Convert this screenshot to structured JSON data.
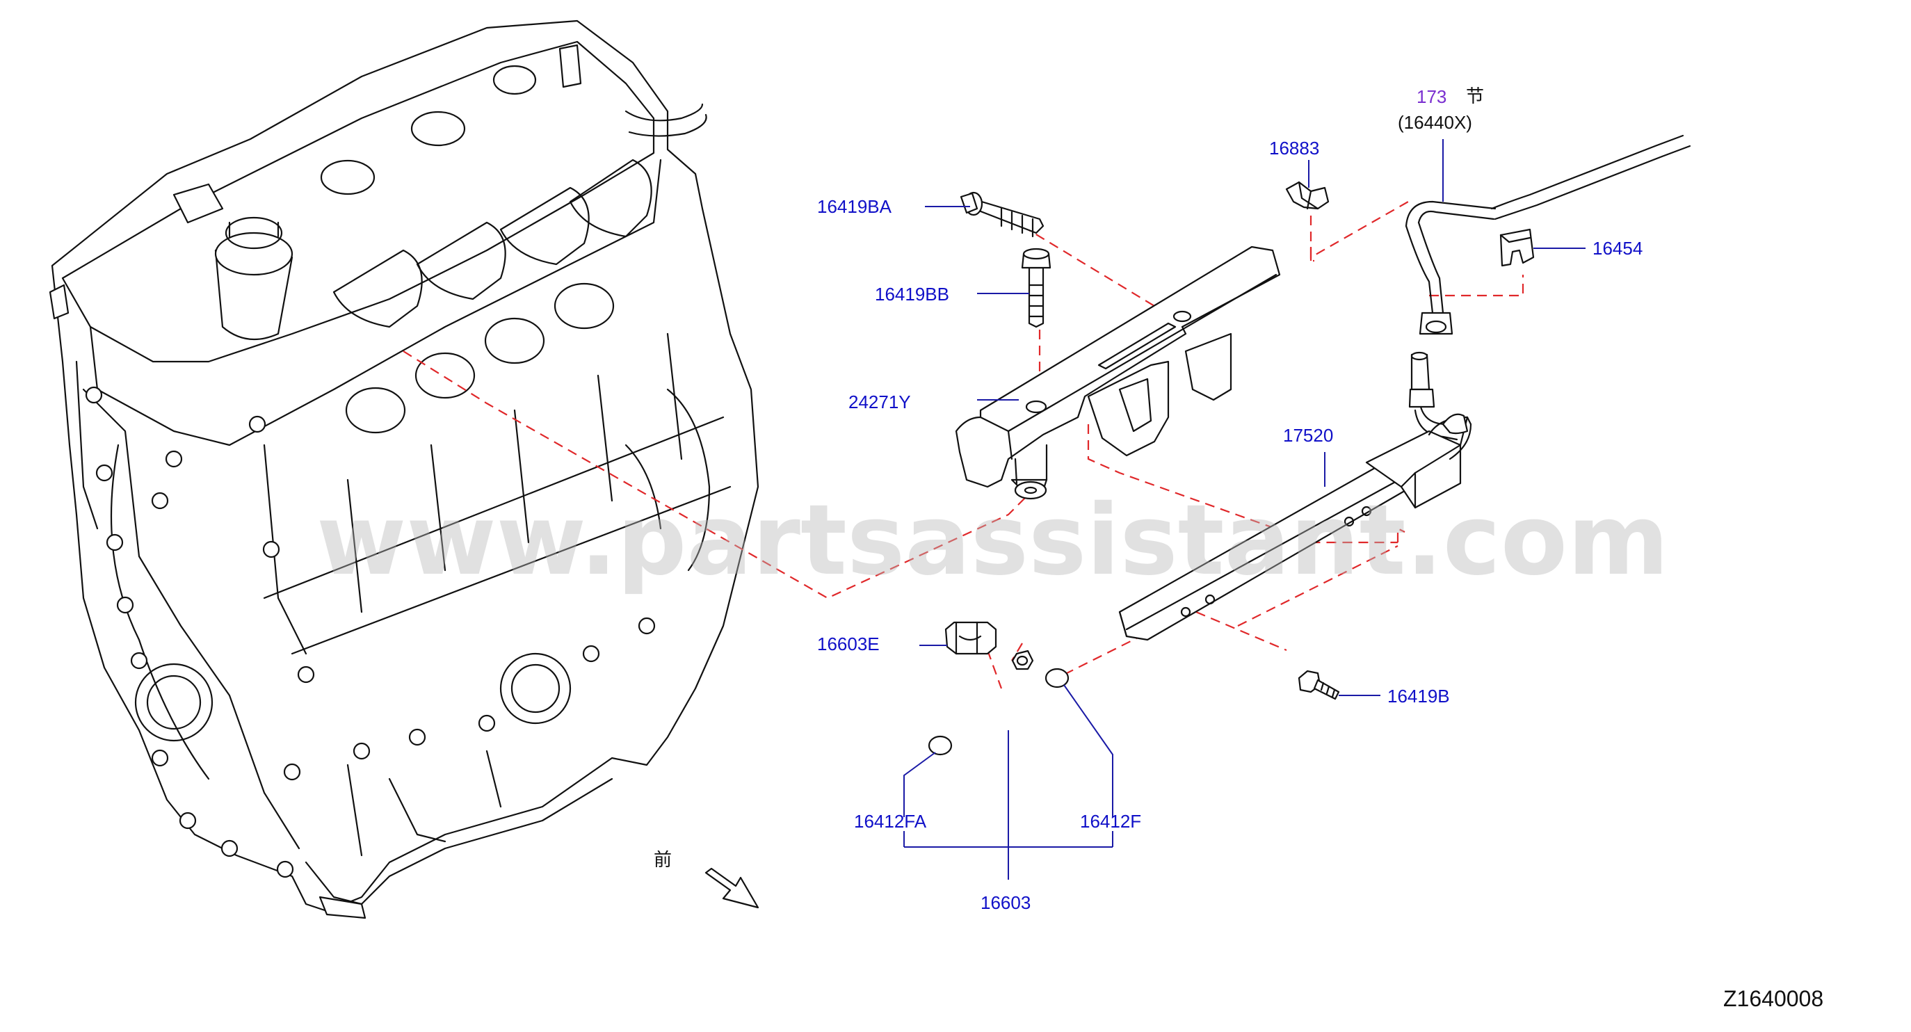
{
  "labels": {
    "p16419BA": "16419BA",
    "p16419BB": "16419BB",
    "p24271Y": "24271Y",
    "p16883": "16883",
    "p173": "173",
    "p173_suffix": "节",
    "p16440X": "(16440X)",
    "p16454": "16454",
    "p17520": "17520",
    "p16603E": "16603E",
    "p16419B": "16419B",
    "p16412FA": "16412FA",
    "p16412F": "16412F",
    "p16603": "16603",
    "front": "前"
  },
  "watermark": "www.partsassistant.com",
  "diagram_code": "Z1640008",
  "colors": {
    "label": "#1010c8",
    "section_ref": "#7a2fd0",
    "dashed_line": "#e0282a",
    "line_art": "#111111",
    "watermark": "#b8b8b8"
  }
}
